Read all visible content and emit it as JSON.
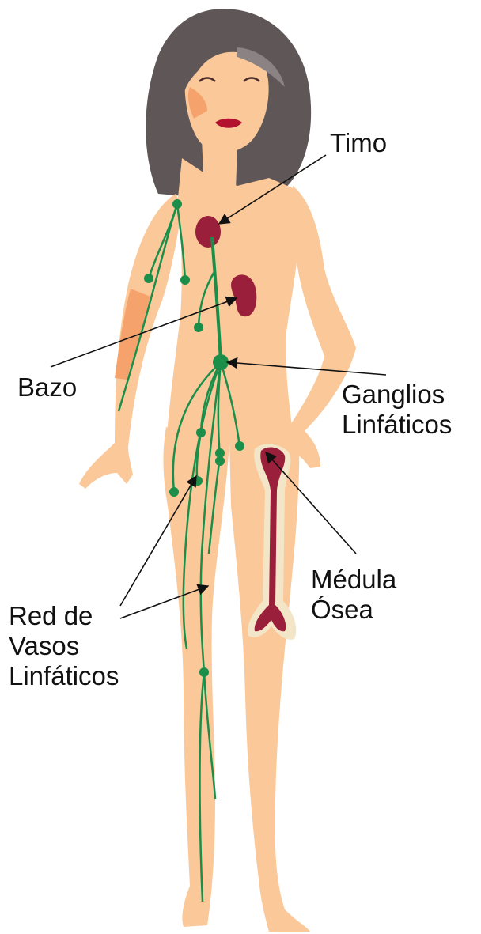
{
  "labels": {
    "timo": "Timo",
    "bazo": "Bazo",
    "ganglios": [
      "Ganglios",
      "Linfáticos"
    ],
    "medula": [
      "Médula",
      "Ósea"
    ],
    "red": [
      "Red de",
      "Vasos",
      "Linfáticos"
    ]
  },
  "colors": {
    "skin": "#FBC89A",
    "skin_shadow": "#F5A26C",
    "hair": "#5F5757",
    "hair_light": "#8B8383",
    "organ": "#9A1F3A",
    "lymph": "#1B8F4A",
    "bone_outline": "#F3E6C8",
    "lips": "#B3122E",
    "arrow": "#111111"
  }
}
